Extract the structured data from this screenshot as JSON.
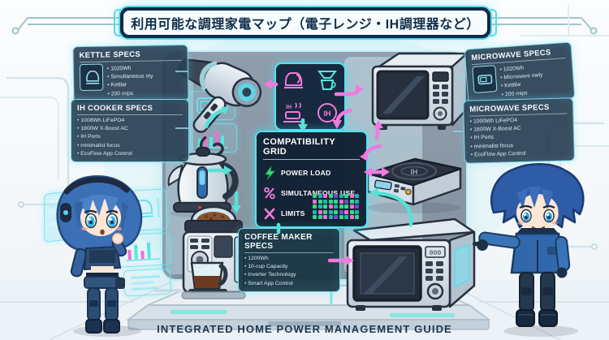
{
  "title": {
    "text": "利用可能な調理家電マップ（電子レンジ・IH調理器など）"
  },
  "footer": {
    "text": "INTEGRATED HOME POWER MANAGEMENT GUIDE"
  },
  "labels": {
    "ih": "IH",
    "microwave_display": "800"
  },
  "panels": {
    "kettle": {
      "title": "KETTLE SPECS",
      "bullets": [
        "1020Wh",
        "Simultaneous oty",
        "Kettlar",
        "200 mips"
      ]
    },
    "ih_cooker": {
      "title": "IH COOKER SPECS",
      "bullets": [
        "1008Wh LiFePO4",
        "1800W X-Boost AC",
        "IH Ports",
        "minimalist focus",
        "EcoFlow App Control"
      ]
    },
    "microwave_top": {
      "title": "MICROWAVE SPECS",
      "bullets": [
        "1020Wh",
        "Microwave owly",
        "Kettliw",
        "200 mips"
      ]
    },
    "microwave_right": {
      "title": "MICROWAVE SPECS",
      "bullets": [
        "1000Wh LiFePO4",
        "1800W X-Boost AC",
        "IH Ports",
        "minimalist focus",
        "EcoFlow App Control"
      ]
    },
    "coffee": {
      "title": "COFFEE MAKER SPECS",
      "bullets": [
        "1200Wh",
        "10-cup Capacity",
        "Inverter Technology",
        "Smart App Control"
      ]
    }
  },
  "compatibility": {
    "title": "COMPATIBILITY GRID",
    "rows": [
      {
        "icon": "lightning-icon",
        "label": "POWER LOAD"
      },
      {
        "icon": "percent-lightning-icon",
        "label": "SIMULTANEOUS USE"
      },
      {
        "icon": "x-icon",
        "label": "LIMITS"
      }
    ],
    "cell_colors": [
      "#34d98c",
      "#22b4aa",
      "#ef6fd6",
      "#34d98c",
      "#6a4fc8",
      "#22b4aa",
      "#34d98c",
      "#ef6fd6",
      "#22b4aa",
      "#ef6fd6",
      "#34d98c",
      "#22b4aa",
      "#34d98c",
      "#34d98c",
      "#ef6fd6",
      "#6a4fc8",
      "#34d98c",
      "#22b4aa",
      "#34d98c",
      "#22b4aa",
      "#34d98c",
      "#ef6fd6",
      "#22b4aa",
      "#34d98c",
      "#34d98c",
      "#ef6fd6",
      "#6a4fc8",
      "#22b4aa",
      "#ef6fd6",
      "#34d98c",
      "#22b4aa",
      "#34d98c",
      "#6a4fc8",
      "#ef6fd6",
      "#34d98c",
      "#22b4aa",
      "#34d98c",
      "#34d98c",
      "#ef6fd6",
      "#22b4aa",
      "#6a4fc8",
      "#34d98c",
      "#22b4aa",
      "#ef6fd6",
      "#34d98c"
    ]
  },
  "colors": {
    "accent_cyan": "#4fe3f2",
    "accent_pink": "#ef6fd6",
    "accent_green": "#39e06e",
    "panel_dark": "#223a50"
  }
}
